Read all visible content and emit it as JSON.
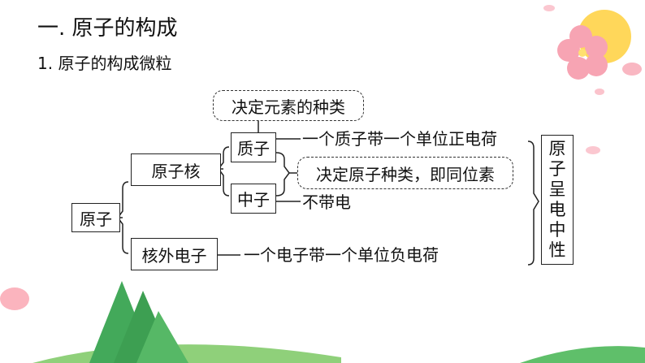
{
  "heading": "一. 原子的构成",
  "subheading": "1. 原子的构成微粒",
  "diagram": {
    "root": "原子",
    "nucleus": "原子核",
    "proton": "质子",
    "neutron": "中子",
    "electrons": "核外电子",
    "element_note": "决定元素的种类",
    "species_note": "决定原子种类，即同位素",
    "proton_charge": "一个质子带一个单位正电荷",
    "neutron_charge": "不带电",
    "electron_charge": "一个电子带一个单位负电荷",
    "neutral_chars": [
      "原",
      "子",
      "呈",
      "电",
      "中",
      "性"
    ]
  },
  "colors": {
    "tree_green": "#6dbf5a",
    "sun_yellow": "#ffd75a",
    "blossom_pink": "#f9a9b6"
  }
}
